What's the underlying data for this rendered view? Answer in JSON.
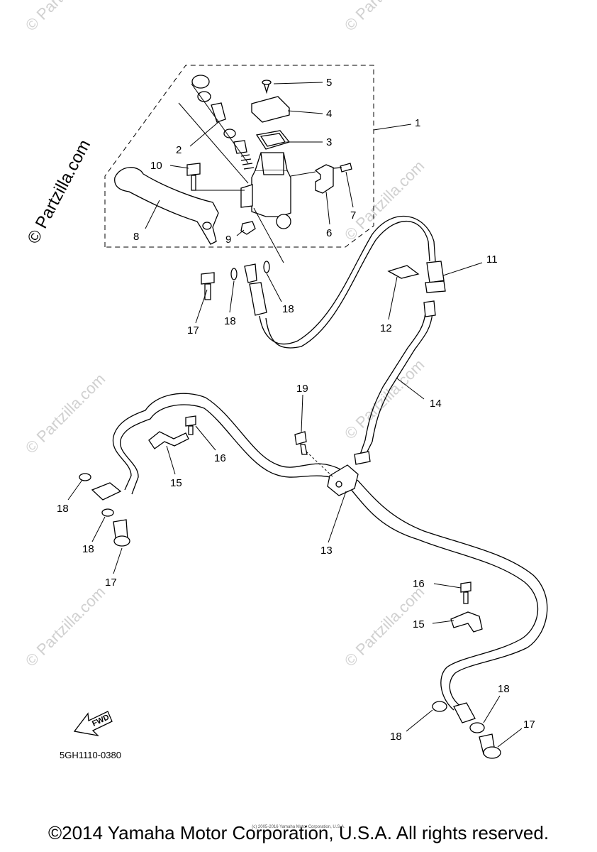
{
  "watermark": {
    "main": "© Partzilla.com",
    "repeat": "© Partzilla.com"
  },
  "diagram_code": "5GH1110-0380",
  "fwd_label": "FWD",
  "copyright": "©2014 Yamaha Motor Corporation, U.S.A. All rights reserved.",
  "tiny_copyright": "(c) 2005-2016 Yamaha Motor Corporation, U.S.A.",
  "callouts": {
    "c1": "1",
    "c2": "2",
    "c3": "3",
    "c4": "4",
    "c5": "5",
    "c6": "6",
    "c7": "7",
    "c8": "8",
    "c9": "9",
    "c10": "10",
    "c11": "11",
    "c12": "12",
    "c13": "13",
    "c14": "14",
    "c15a": "15",
    "c15b": "15",
    "c16a": "16",
    "c16b": "16",
    "c17a": "17",
    "c17b": "17",
    "c17c": "17",
    "c18a": "18",
    "c18b": "18",
    "c18c": "18",
    "c18d": "18",
    "c18e": "18",
    "c18f": "18",
    "c19": "19"
  }
}
